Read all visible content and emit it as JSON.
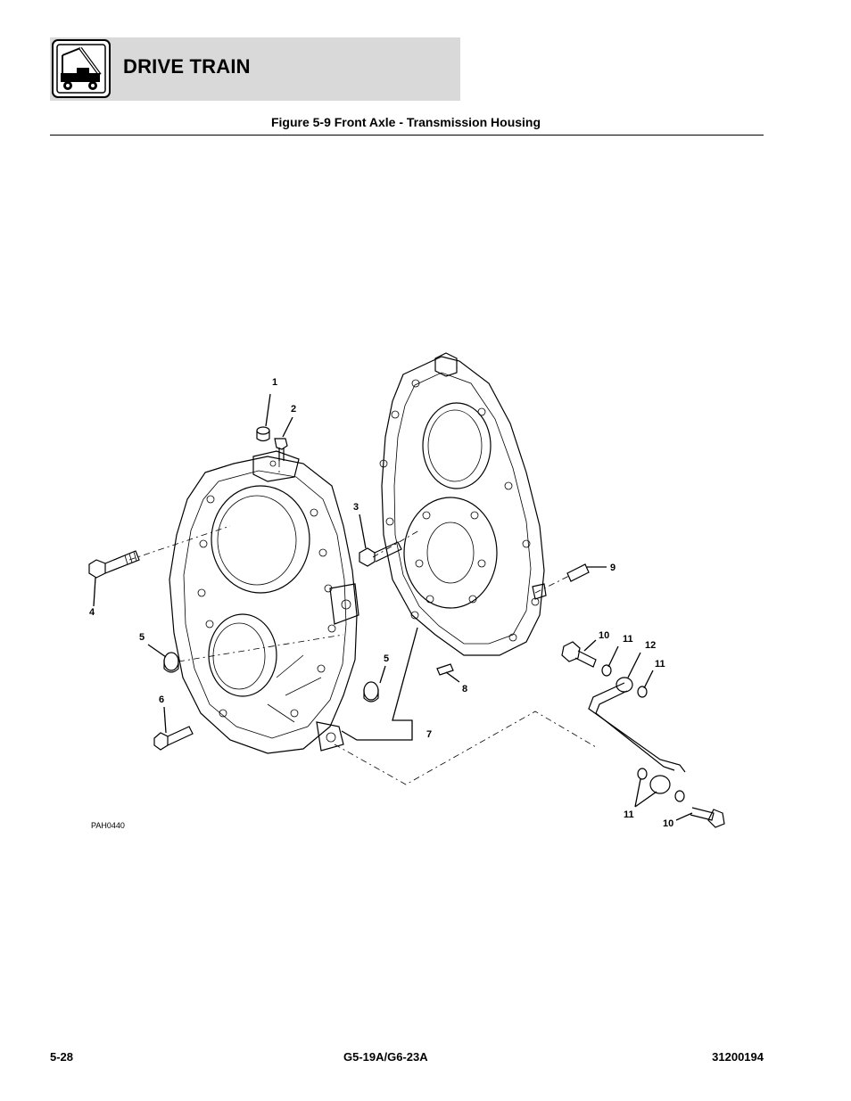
{
  "header": {
    "section_title": "DRIVE TRAIN",
    "logo_icon": "machine-service-icon"
  },
  "figure": {
    "caption": "Figure 5-9 Front Axle - Transmission Housing",
    "drawing_id": "PAH0440",
    "callouts": {
      "c1": "1",
      "c2": "2",
      "c3": "3",
      "c4": "4",
      "c5a": "5",
      "c5b": "5",
      "c6": "6",
      "c7": "7",
      "c8": "8",
      "c9": "9",
      "c10a": "10",
      "c10b": "10",
      "c11a": "11",
      "c11b": "11",
      "c11c": "11",
      "c12": "12"
    }
  },
  "footer": {
    "page_number": "5-28",
    "model": "G5-19A/G6-23A",
    "doc_number": "31200194"
  }
}
